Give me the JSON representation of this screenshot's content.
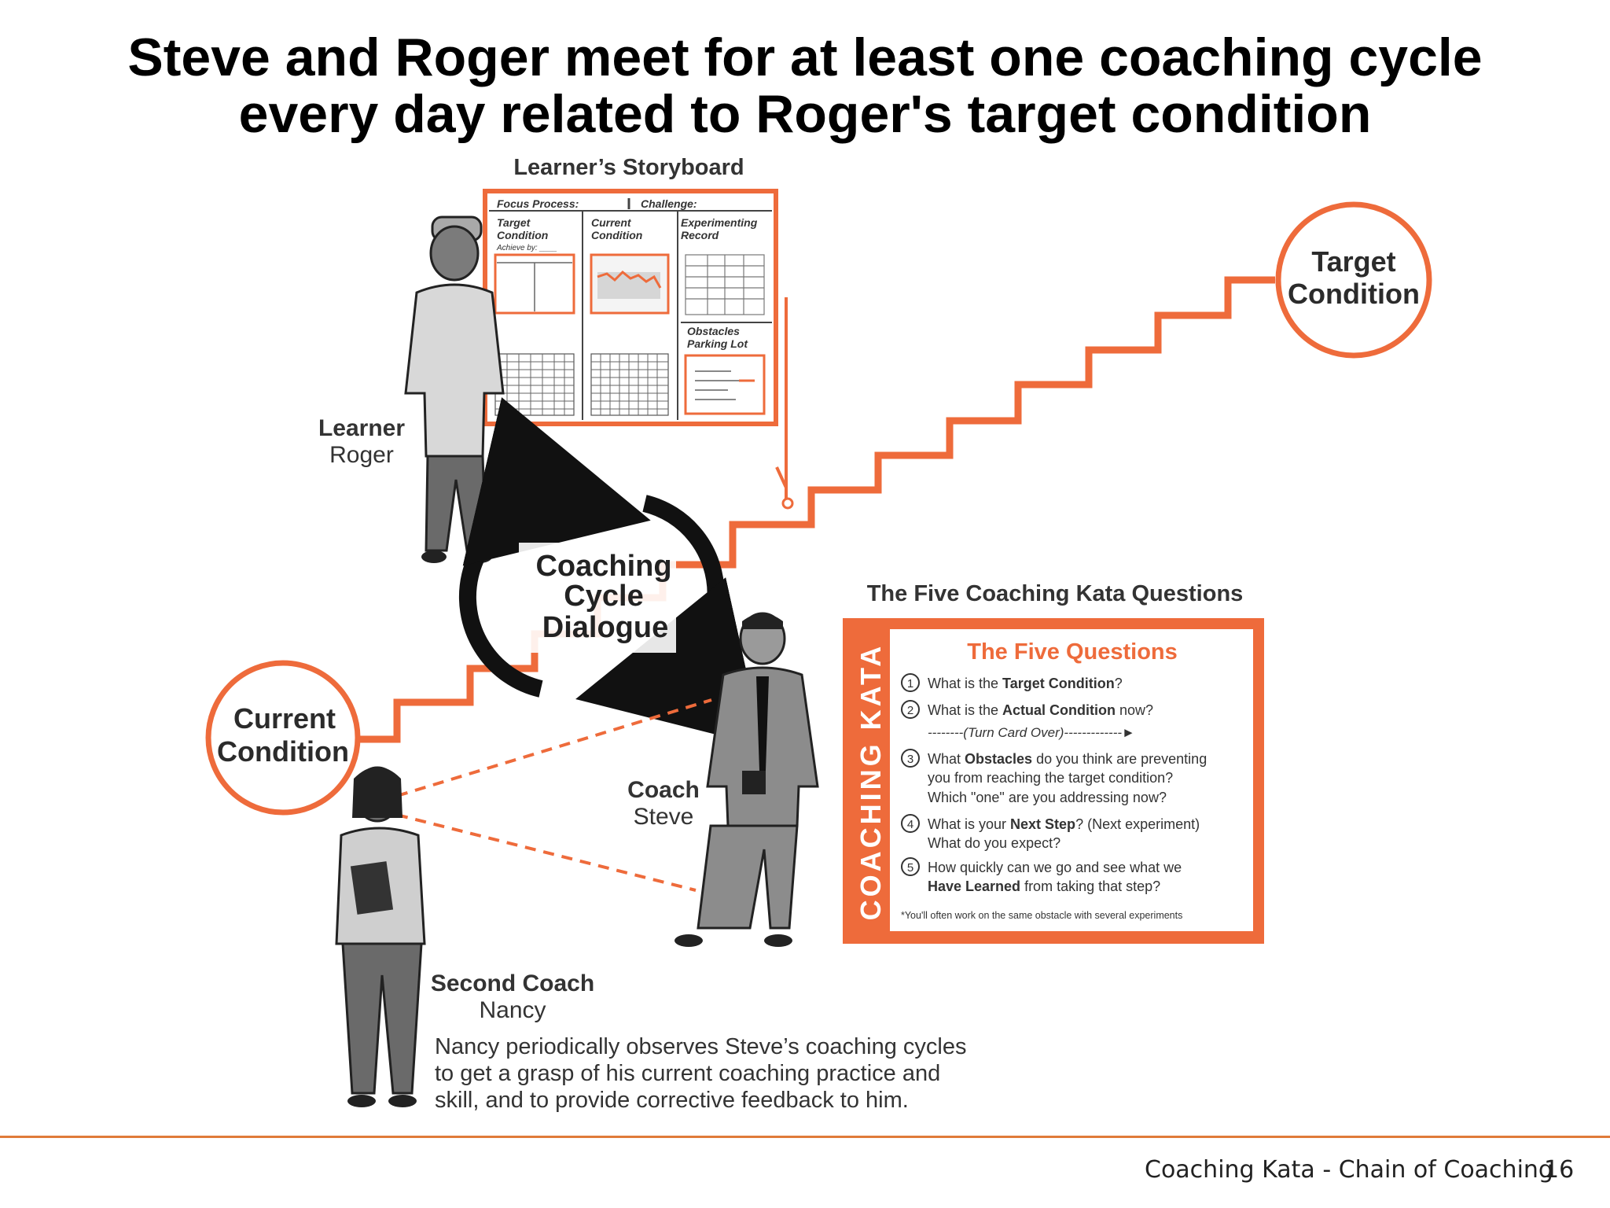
{
  "slide": {
    "title_line1": "Steve and Roger meet for at least one coaching cycle",
    "title_line2": "every day related to Roger's target condition",
    "footer_text": "Coaching Kata - Chain of Coaching",
    "page_number": "16"
  },
  "storyboard": {
    "heading": "Learner’s Storyboard",
    "focus_process": "Focus Process:",
    "challenge": "Challenge:",
    "target_condition_1": "Target",
    "target_condition_2": "Condition",
    "achieve_by": "Achieve by: ____",
    "current_condition_1": "Current",
    "current_condition_2": "Condition",
    "experimenting_1": "Experimenting",
    "experimenting_2": "Record",
    "obstacles_1": "Obstacles",
    "obstacles_2": "Parking Lot"
  },
  "people": {
    "learner_role": "Learner",
    "learner_name": "Roger",
    "coach_role": "Coach",
    "coach_name": "Steve",
    "second_coach_role": "Second Coach",
    "second_coach_name": "Nancy",
    "nancy_note_1": "Nancy periodically observes Steve’s coaching cycles",
    "nancy_note_2": "to get a grasp of his current coaching practice and",
    "nancy_note_3": "skill, and to provide corrective feedback to him."
  },
  "cycle": {
    "line1": "Coaching",
    "line2": "Cycle",
    "line3": "Dialogue"
  },
  "conditions": {
    "current_1": "Current",
    "current_2": "Condition",
    "target_1": "Target",
    "target_2": "Condition"
  },
  "kata_card": {
    "heading": "The Five Coaching Kata Questions",
    "side_label": "COACHING KATA",
    "card_title": "The Five Questions",
    "q1_num": "1",
    "q1_pre": "What is the ",
    "q1_bold": "Target Condition",
    "q1_post": "?",
    "q2_num": "2",
    "q2_pre": "What is the ",
    "q2_bold": "Actual Condition",
    "q2_post": " now?",
    "turn_card": "--------(Turn Card Over)-------------►",
    "q3_num": "3",
    "q3_pre": "What ",
    "q3_bold": "Obstacles",
    "q3_post": " do you think are preventing",
    "q3_line2": "you from reaching the target condition?",
    "q3_line3": "Which \"one\" are you addressing now?",
    "q4_num": "4",
    "q4_pre": "What is your ",
    "q4_bold": "Next Step",
    "q4_post": "? (Next experiment)",
    "q4_line2": "What do you expect?",
    "q5_num": "5",
    "q5_line1": "How quickly can we go and see what we",
    "q5_bold": "Have Learned",
    "q5_post": " from taking that step?",
    "footnote": "*You'll often work on the same obstacle with several experiments"
  },
  "colors": {
    "accent": "#ee6b3b",
    "footer_line": "#e07b39",
    "text": "#000000",
    "figure_gray": "#8c8c8c"
  }
}
